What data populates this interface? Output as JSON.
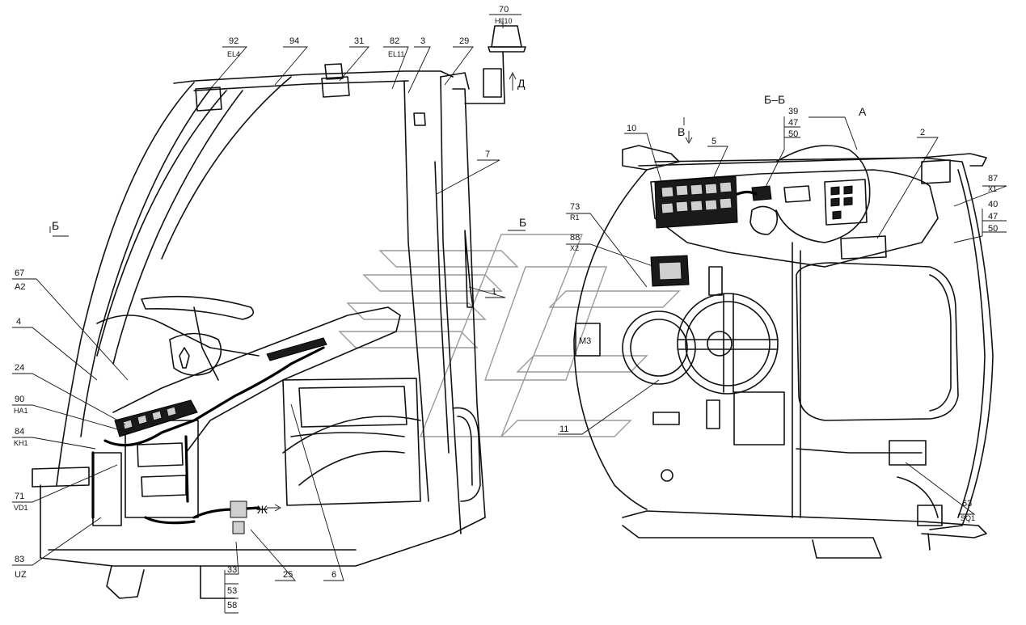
{
  "callouts": {
    "c70": {
      "num": "70",
      "code": "HL10"
    },
    "c92": {
      "num": "92",
      "code": "EL4"
    },
    "c94": {
      "num": "94"
    },
    "c31": {
      "num": "31"
    },
    "c82": {
      "num": "82",
      "code": "EL11"
    },
    "c3": {
      "num": "3"
    },
    "c29": {
      "num": "29"
    },
    "c7": {
      "num": "7"
    },
    "c1": {
      "num": "1"
    },
    "c67": {
      "num": "67",
      "code": "A2"
    },
    "c4": {
      "num": "4"
    },
    "c24": {
      "num": "24"
    },
    "c90": {
      "num": "90",
      "code": "HA1"
    },
    "c84": {
      "num": "84",
      "code": "KH1"
    },
    "c71": {
      "num": "71",
      "code": "VD1"
    },
    "c83": {
      "num": "83",
      "code": "UZ"
    },
    "c33": {
      "num": "33"
    },
    "c53": {
      "num": "53"
    },
    "c58": {
      "num": "58"
    },
    "c25": {
      "num": "25"
    },
    "c6": {
      "num": "6"
    },
    "c10": {
      "num": "10"
    },
    "c5": {
      "num": "5"
    },
    "c39": {
      "num": "39"
    },
    "c47a": {
      "num": "47"
    },
    "c50a": {
      "num": "50"
    },
    "c2": {
      "num": "2"
    },
    "c87": {
      "num": "87",
      "code": "X1"
    },
    "c40": {
      "num": "40"
    },
    "c47b": {
      "num": "47"
    },
    "c50b": {
      "num": "50"
    },
    "c73": {
      "num": "73",
      "code": "R1"
    },
    "c88": {
      "num": "88",
      "code": "X2"
    },
    "c11": {
      "num": "11"
    },
    "c63": {
      "num": "63",
      "code": "SQ1"
    }
  },
  "views": {
    "section_left_a": "Б",
    "section_left_b": "Б",
    "section_title": "Б–Б",
    "view_d": "Д",
    "view_zh": "Ж",
    "view_v": "В",
    "view_a": "А"
  },
  "components": {
    "m3": "M3"
  },
  "colors": {
    "line": "#111111",
    "watermark": "#9a9a9a",
    "background": "#ffffff"
  }
}
